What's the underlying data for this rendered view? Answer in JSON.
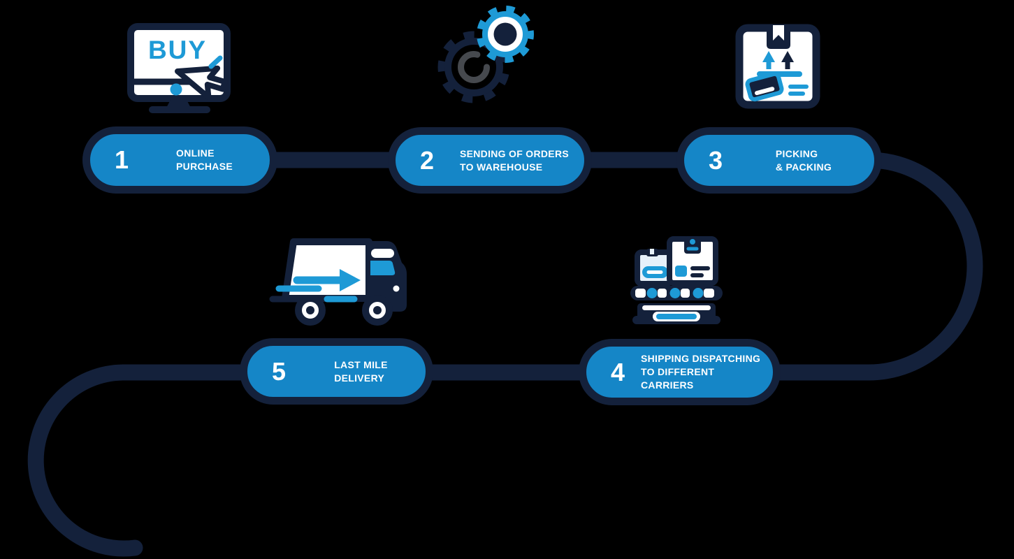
{
  "steps": [
    {
      "number": "1",
      "label": "ONLINE\nPURCHASE",
      "icon": "monitor-buy-icon"
    },
    {
      "number": "2",
      "label": "SENDING OF ORDERS\nTO WAREHOUSE",
      "icon": "gears-icon"
    },
    {
      "number": "3",
      "label": "PICKING\n& PACKING",
      "icon": "package-box-icon"
    },
    {
      "number": "4",
      "label": "SHIPPING DISPATCHING\nTO DIFFERENT CARRIERS",
      "icon": "conveyor-belt-icon"
    },
    {
      "number": "5",
      "label": "LAST MILE\nDELIVERY",
      "icon": "delivery-truck-icon"
    }
  ],
  "monitor_screen_text": "BUY",
  "colors": {
    "background": "#000000",
    "navy": "#14213B",
    "pill_blue": "#1586C7",
    "icon_blue": "#1E9AD6",
    "gear_gray": "#46494E",
    "pale_blue": "#E7F1FA",
    "text": "#FFFFFF"
  }
}
